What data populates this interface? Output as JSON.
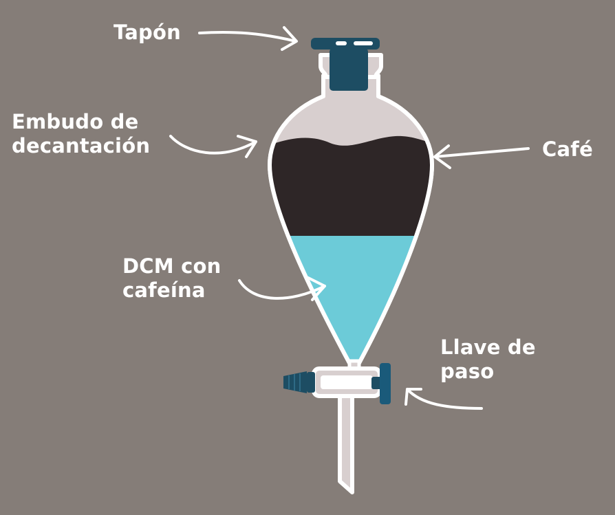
{
  "labels": {
    "tapon": "Tapón",
    "embudo": [
      "Embudo de",
      "decantación"
    ],
    "cafe": "Café",
    "dcm": [
      "DCM con",
      "cafeína"
    ],
    "llave": [
      "Llave de",
      "paso"
    ]
  },
  "colors": {
    "background": "#857d78",
    "glass": "#d8cfcf",
    "glass_outline": "#ffffff",
    "coffee": "#2e2627",
    "dcm_solution": "#6ccbd8",
    "stopper": "#1d4d63",
    "stopcock_handle": "#1a5a7a"
  }
}
